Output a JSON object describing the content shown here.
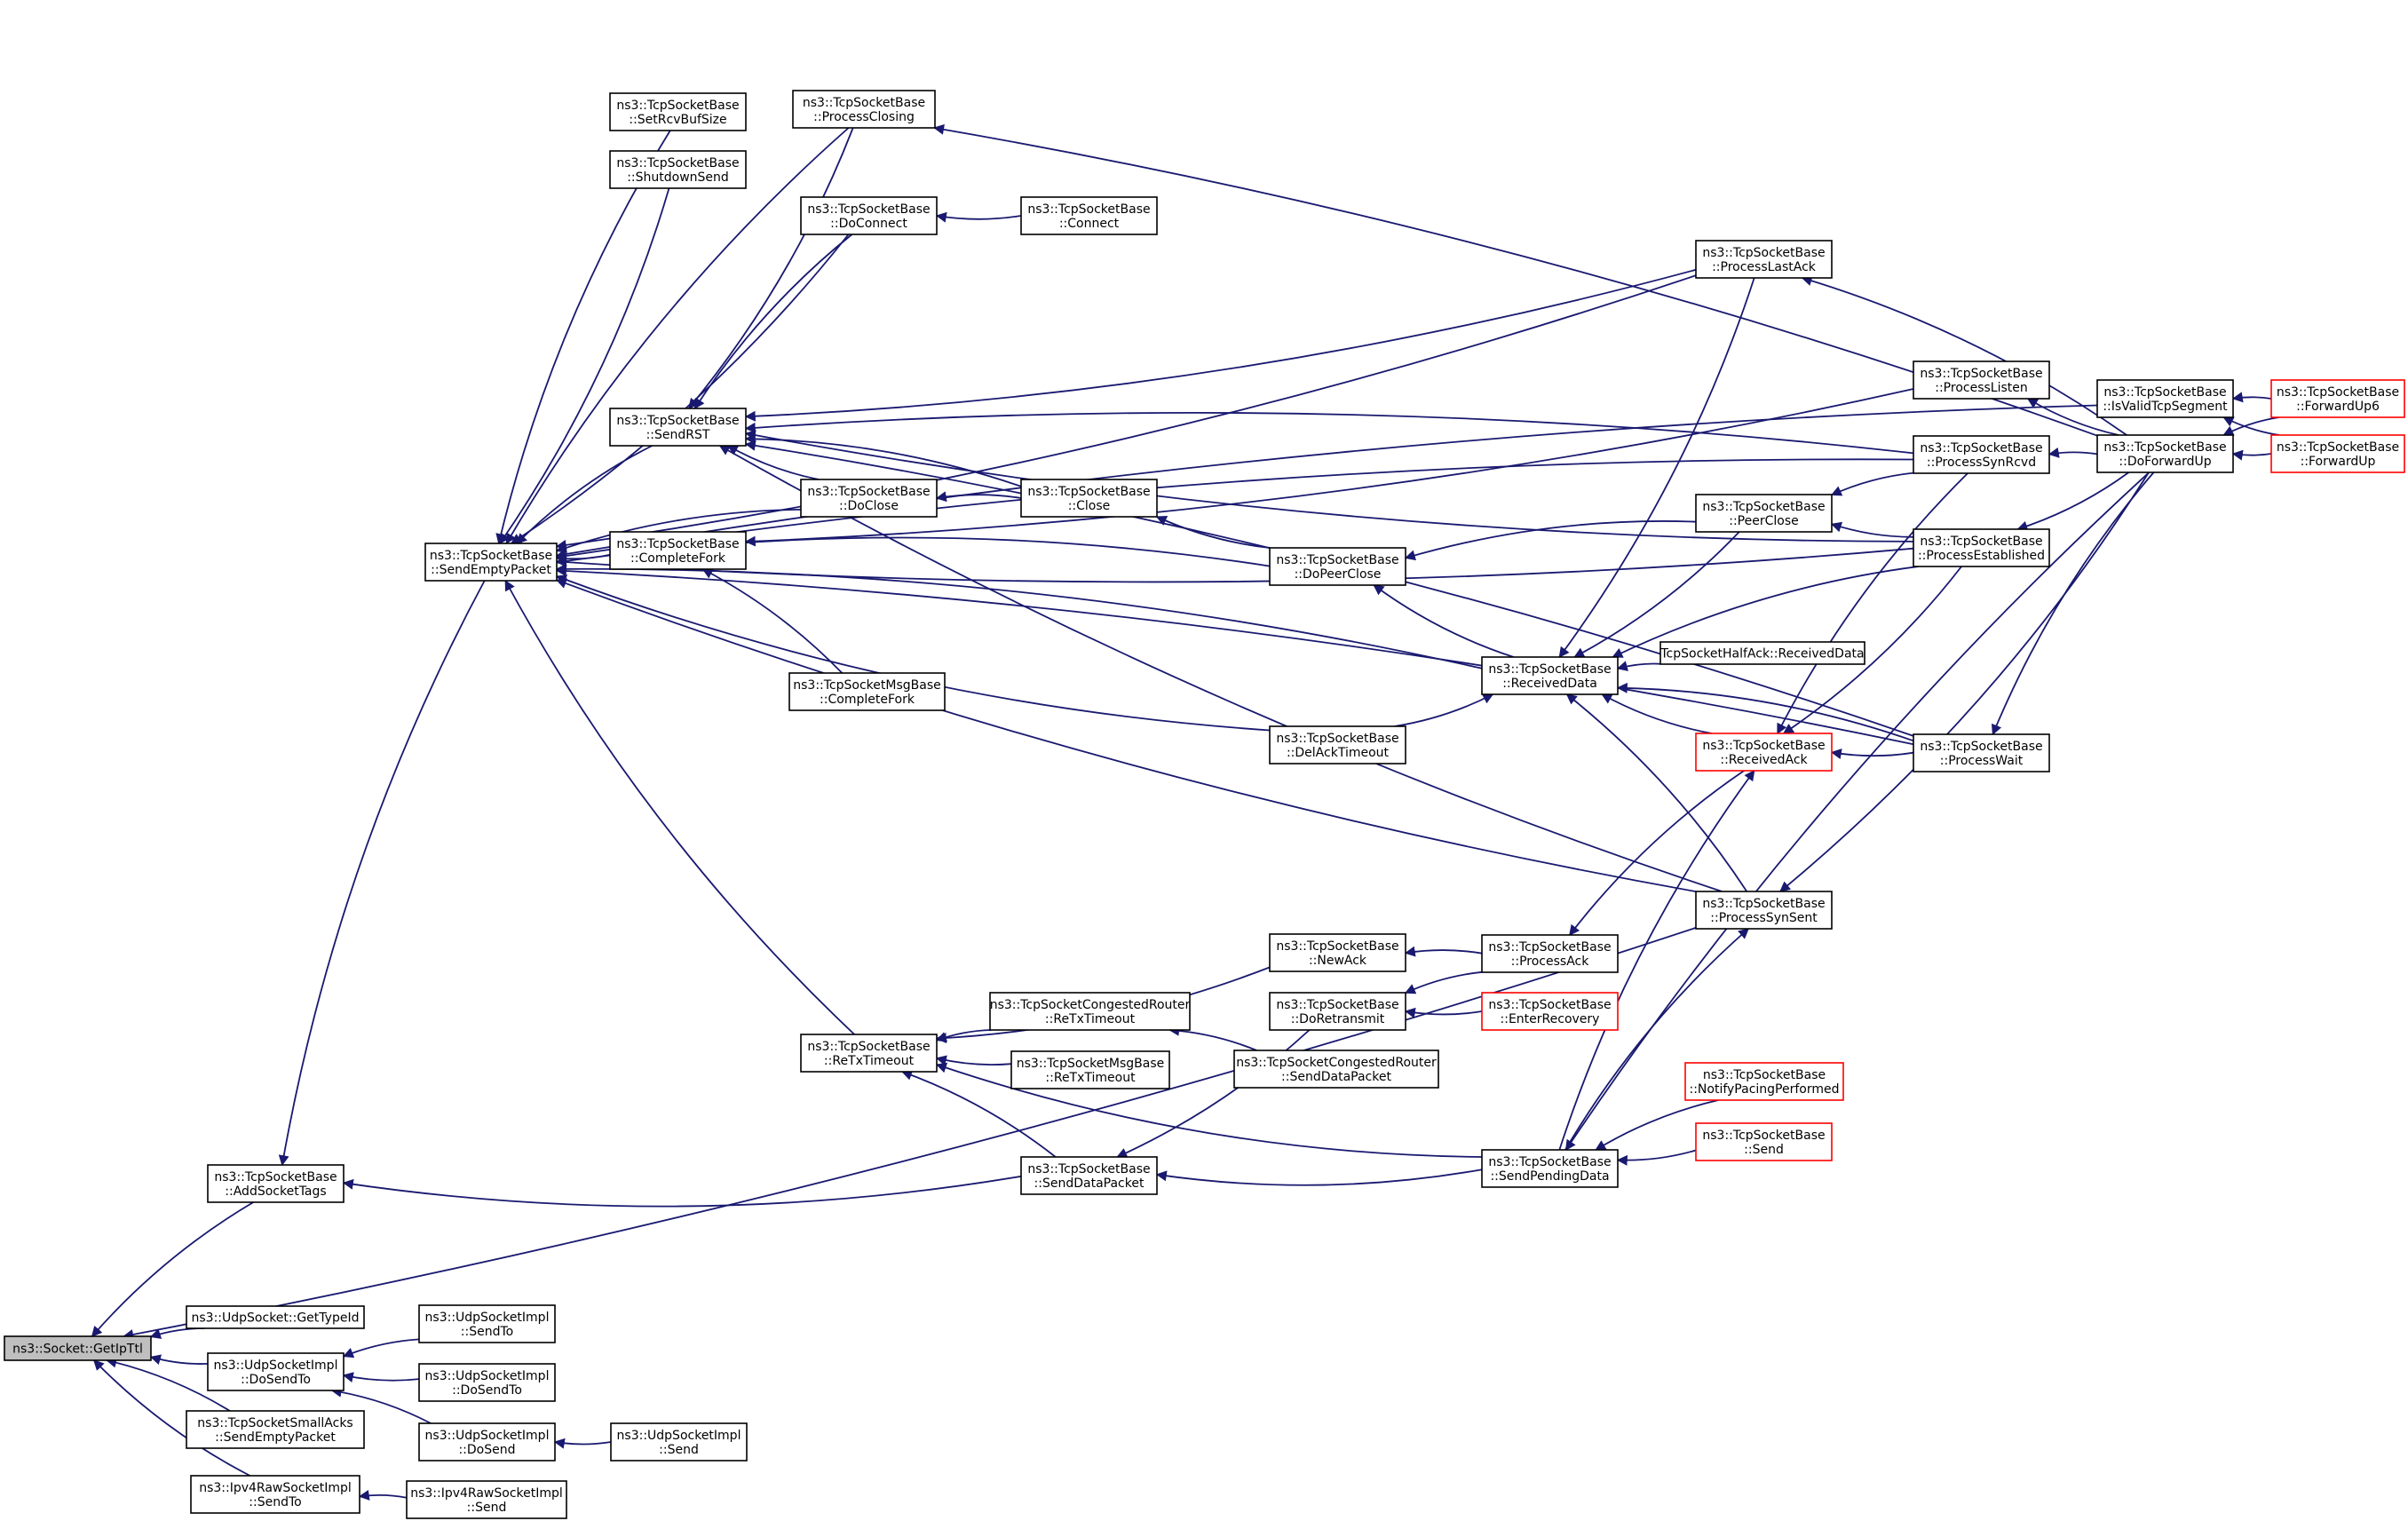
{
  "graph": {
    "nodes": [
      {
        "id": "n1",
        "lines": [
          "ns3::Socket::GetIpTtl"
        ],
        "style": "root"
      },
      {
        "id": "n2",
        "lines": [
          "ns3::TcpSocketBase",
          "::AddSocketTags"
        ]
      },
      {
        "id": "n3",
        "lines": [
          "ns3::UdpSocket::GetTypeId"
        ]
      },
      {
        "id": "n4",
        "lines": [
          "ns3::UdpSocketImpl",
          "::DoSendTo"
        ]
      },
      {
        "id": "n5",
        "lines": [
          "ns3::TcpSocketSmallAcks",
          "::SendEmptyPacket"
        ]
      },
      {
        "id": "n6",
        "lines": [
          "ns3::Ipv4RawSocketImpl",
          "::SendTo"
        ]
      },
      {
        "id": "n7",
        "lines": [
          "ns3::TcpSocketBase",
          "::SendEmptyPacket"
        ]
      },
      {
        "id": "n8",
        "lines": [
          "ns3::TcpSocketBase",
          "::SendDataPacket"
        ]
      },
      {
        "id": "n9",
        "lines": [
          "ns3::TcpSocketBase",
          "::SetRcvBufSize"
        ]
      },
      {
        "id": "n10",
        "lines": [
          "ns3::TcpSocketBase",
          "::ShutdownSend"
        ]
      },
      {
        "id": "n11",
        "lines": [
          "ns3::TcpSocketBase",
          "::SendRST"
        ]
      },
      {
        "id": "n12",
        "lines": [
          "ns3::TcpSocketBase",
          "::CompleteFork"
        ]
      },
      {
        "id": "n13",
        "lines": [
          "ns3::TcpSocketBase",
          "::ProcessClosing"
        ]
      },
      {
        "id": "n14",
        "lines": [
          "ns3::TcpSocketBase",
          "::DoConnect"
        ]
      },
      {
        "id": "n15",
        "lines": [
          "ns3::TcpSocketBase",
          "::DoClose"
        ]
      },
      {
        "id": "n16",
        "lines": [
          "ns3::TcpSocketMsgBase",
          "::CompleteFork"
        ]
      },
      {
        "id": "n17",
        "lines": [
          "ns3::TcpSocketBase",
          "::ReTxTimeout"
        ]
      },
      {
        "id": "n18",
        "lines": [
          "ns3::TcpSocketBase",
          "::Connect"
        ]
      },
      {
        "id": "n19",
        "lines": [
          "ns3::TcpSocketBase",
          "::Close"
        ]
      },
      {
        "id": "n20",
        "lines": [
          "ns3::TcpSocketBase",
          "::DoPeerClose"
        ]
      },
      {
        "id": "n21",
        "lines": [
          "ns3::TcpSocketBase",
          "::DelAckTimeout"
        ]
      },
      {
        "id": "n22",
        "lines": [
          "ns3::TcpSocketBase",
          "::NewAck"
        ]
      },
      {
        "id": "n23",
        "lines": [
          "ns3::TcpSocketCongestedRouter",
          "::ReTxTimeout"
        ]
      },
      {
        "id": "n24",
        "lines": [
          "ns3::TcpSocketMsgBase",
          "::ReTxTimeout"
        ]
      },
      {
        "id": "n25",
        "lines": [
          "ns3::TcpSocketBase",
          "::DoRetransmit"
        ]
      },
      {
        "id": "n26",
        "lines": [
          "ns3::TcpSocketCongestedRouter",
          "::SendDataPacket"
        ]
      },
      {
        "id": "n27",
        "lines": [
          "ns3::TcpSocketBase",
          "::ReceivedData"
        ]
      },
      {
        "id": "n28",
        "lines": [
          "TcpSocketHalfAck::ReceivedData"
        ]
      },
      {
        "id": "n29",
        "lines": [
          "ns3::TcpSocketBase",
          "::ReceivedAck"
        ],
        "style": "red"
      },
      {
        "id": "n30",
        "lines": [
          "ns3::TcpSocketBase",
          "::ProcessAck"
        ]
      },
      {
        "id": "n31",
        "lines": [
          "ns3::TcpSocketBase",
          "::EnterRecovery"
        ],
        "style": "red"
      },
      {
        "id": "n32",
        "lines": [
          "ns3::TcpSocketBase",
          "::SendPendingData"
        ]
      },
      {
        "id": "n33",
        "lines": [
          "ns3::TcpSocketBase",
          "::NotifyPacingPerformed"
        ],
        "style": "red"
      },
      {
        "id": "n34",
        "lines": [
          "ns3::TcpSocketBase",
          "::Send"
        ],
        "style": "red"
      },
      {
        "id": "n35",
        "lines": [
          "ns3::TcpSocketBase",
          "::ProcessLastAck"
        ]
      },
      {
        "id": "n36",
        "lines": [
          "ns3::TcpSocketBase",
          "::ProcessListen"
        ]
      },
      {
        "id": "n37",
        "lines": [
          "ns3::TcpSocketBase",
          "::ProcessSynRcvd"
        ]
      },
      {
        "id": "n38",
        "lines": [
          "ns3::TcpSocketBase",
          "::PeerClose"
        ]
      },
      {
        "id": "n39",
        "lines": [
          "ns3::TcpSocketBase",
          "::ProcessEstablished"
        ]
      },
      {
        "id": "n40",
        "lines": [
          "ns3::TcpSocketBase",
          "::ProcessWait"
        ]
      },
      {
        "id": "n41",
        "lines": [
          "ns3::TcpSocketBase",
          "::ProcessSynSent"
        ]
      },
      {
        "id": "n42",
        "lines": [
          "ns3::TcpSocketBase",
          "::IsValidTcpSegment"
        ]
      },
      {
        "id": "n43",
        "lines": [
          "ns3::TcpSocketBase",
          "::DoForwardUp"
        ]
      },
      {
        "id": "n44",
        "lines": [
          "ns3::TcpSocketBase",
          "::ForwardUp6"
        ],
        "style": "red"
      },
      {
        "id": "n45",
        "lines": [
          "ns3::TcpSocketBase",
          "::ForwardUp"
        ],
        "style": "red"
      },
      {
        "id": "n46",
        "lines": [
          "ns3::UdpSocketImpl",
          "::SendTo"
        ]
      },
      {
        "id": "n47",
        "lines": [
          "ns3::UdpSocketImpl",
          "::DoSendTo"
        ]
      },
      {
        "id": "n48",
        "lines": [
          "ns3::UdpSocketImpl",
          "::DoSend"
        ]
      },
      {
        "id": "n49",
        "lines": [
          "ns3::UdpSocketImpl",
          "::Send"
        ]
      },
      {
        "id": "n50",
        "lines": [
          "ns3::Ipv4RawSocketImpl",
          "::Send"
        ]
      }
    ],
    "edges": [
      {
        "from": "n2",
        "to": "n1"
      },
      {
        "from": "n41",
        "to": "n1"
      },
      {
        "from": "n3",
        "to": "n1"
      },
      {
        "from": "n4",
        "to": "n1"
      },
      {
        "from": "n5",
        "to": "n1"
      },
      {
        "from": "n6",
        "to": "n1"
      },
      {
        "from": "n7",
        "to": "n2"
      },
      {
        "from": "n8",
        "to": "n2"
      },
      {
        "from": "n9",
        "to": "n7"
      },
      {
        "from": "n10",
        "to": "n7"
      },
      {
        "from": "n11",
        "to": "n7"
      },
      {
        "from": "n12",
        "to": "n7"
      },
      {
        "from": "n13",
        "to": "n7"
      },
      {
        "from": "n14",
        "to": "n7"
      },
      {
        "from": "n15",
        "to": "n7"
      },
      {
        "from": "n17",
        "to": "n7"
      },
      {
        "from": "n20",
        "to": "n7"
      },
      {
        "from": "n21",
        "to": "n7"
      },
      {
        "from": "n27",
        "to": "n7"
      },
      {
        "from": "n35",
        "to": "n7"
      },
      {
        "from": "n37",
        "to": "n7"
      },
      {
        "from": "n39",
        "to": "n7"
      },
      {
        "from": "n40",
        "to": "n7"
      },
      {
        "from": "n41",
        "to": "n7"
      },
      {
        "from": "n42",
        "to": "n7"
      },
      {
        "from": "n13",
        "to": "n11"
      },
      {
        "from": "n14",
        "to": "n11"
      },
      {
        "from": "n15",
        "to": "n11"
      },
      {
        "from": "n19",
        "to": "n11"
      },
      {
        "from": "n35",
        "to": "n11"
      },
      {
        "from": "n37",
        "to": "n11"
      },
      {
        "from": "n39",
        "to": "n11"
      },
      {
        "from": "n40",
        "to": "n11"
      },
      {
        "from": "n41",
        "to": "n11"
      },
      {
        "from": "n16",
        "to": "n12"
      },
      {
        "from": "n36",
        "to": "n12"
      },
      {
        "from": "n43",
        "to": "n13"
      },
      {
        "from": "n18",
        "to": "n14"
      },
      {
        "from": "n19",
        "to": "n15"
      },
      {
        "from": "n20",
        "to": "n19"
      },
      {
        "from": "n38",
        "to": "n20"
      },
      {
        "from": "n27",
        "to": "n20"
      },
      {
        "from": "n21",
        "to": "n27"
      },
      {
        "from": "n22",
        "to": "n17"
      },
      {
        "from": "n23",
        "to": "n17"
      },
      {
        "from": "n24",
        "to": "n17"
      },
      {
        "from": "n8",
        "to": "n17"
      },
      {
        "from": "n32",
        "to": "n17"
      },
      {
        "from": "n30",
        "to": "n22"
      },
      {
        "from": "n25",
        "to": "n8"
      },
      {
        "from": "n26",
        "to": "n23"
      },
      {
        "from": "n31",
        "to": "n25"
      },
      {
        "from": "n30",
        "to": "n25"
      },
      {
        "from": "n32",
        "to": "n8"
      },
      {
        "from": "n28",
        "to": "n27"
      },
      {
        "from": "n29",
        "to": "n27"
      },
      {
        "from": "n40",
        "to": "n27"
      },
      {
        "from": "n38",
        "to": "n27"
      },
      {
        "from": "n39",
        "to": "n27"
      },
      {
        "from": "n35",
        "to": "n27"
      },
      {
        "from": "n41",
        "to": "n27"
      },
      {
        "from": "n40",
        "to": "n29"
      },
      {
        "from": "n29",
        "to": "n30"
      },
      {
        "from": "n32",
        "to": "n29"
      },
      {
        "from": "n37",
        "to": "n29"
      },
      {
        "from": "n39",
        "to": "n29"
      },
      {
        "from": "n33",
        "to": "n32"
      },
      {
        "from": "n34",
        "to": "n32"
      },
      {
        "from": "n43",
        "to": "n32"
      },
      {
        "from": "n32",
        "to": "n41"
      },
      {
        "from": "n43",
        "to": "n35"
      },
      {
        "from": "n43",
        "to": "n36"
      },
      {
        "from": "n43",
        "to": "n37"
      },
      {
        "from": "n43",
        "to": "n39"
      },
      {
        "from": "n43",
        "to": "n40"
      },
      {
        "from": "n43",
        "to": "n41"
      },
      {
        "from": "n37",
        "to": "n38"
      },
      {
        "from": "n39",
        "to": "n38"
      },
      {
        "from": "n44",
        "to": "n42"
      },
      {
        "from": "n45",
        "to": "n42"
      },
      {
        "from": "n44",
        "to": "n43"
      },
      {
        "from": "n45",
        "to": "n43"
      },
      {
        "from": "n46",
        "to": "n4"
      },
      {
        "from": "n47",
        "to": "n4"
      },
      {
        "from": "n48",
        "to": "n4"
      },
      {
        "from": "n49",
        "to": "n48"
      },
      {
        "from": "n50",
        "to": "n6"
      }
    ]
  }
}
